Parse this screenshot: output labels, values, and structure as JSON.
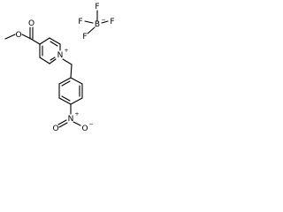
{
  "structure": {
    "ester": {
      "o_carbonyl": "O",
      "o_ether": "O"
    },
    "pyridinium": {
      "n": "N",
      "charge": "+"
    },
    "nitro": {
      "n": "N",
      "n_charge": "+",
      "o_double": "O",
      "o_single": "O",
      "o_charge": "−"
    },
    "counterion": {
      "f_top": "F",
      "f_left": "F",
      "f_right": "F",
      "f_bottom": "F",
      "b": "B",
      "b_charge": "−"
    }
  }
}
